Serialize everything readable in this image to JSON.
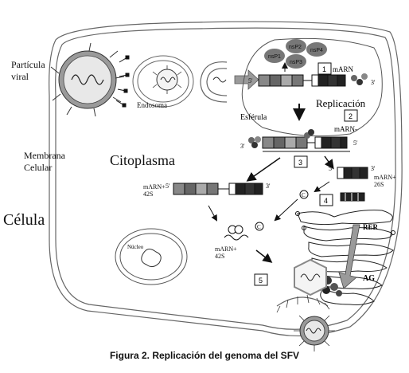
{
  "labels": {
    "particula_viral": "Partícula\nviral",
    "endosoma": "Endosoma",
    "replicacion": "Replicación",
    "esferula": "Esférula",
    "membrana_celular": "Membrana\nCelular",
    "citoplasma": "Citoplasma",
    "celula": "Célula",
    "nucleo": "Núcleo",
    "rer": "RER",
    "ag": "AG",
    "marn": "mARN",
    "marn_minus": "mARN-",
    "marn_plus_42s_a": "mARN+\n42S",
    "marn_plus_26s": "mARN+\n26S",
    "marn_plus_42s_b": "mARN+\n42S",
    "c_label": "C",
    "nsp1": "nsP1",
    "nsp2": "nsP2",
    "nsp3": "nsP3",
    "nsp4": "nsP4",
    "five_prime": "5'",
    "three_prime": "3'"
  },
  "steps": [
    "1",
    "2",
    "3",
    "4",
    "5"
  ],
  "caption": "Figura 2. Replicación del genoma del SFV"
}
